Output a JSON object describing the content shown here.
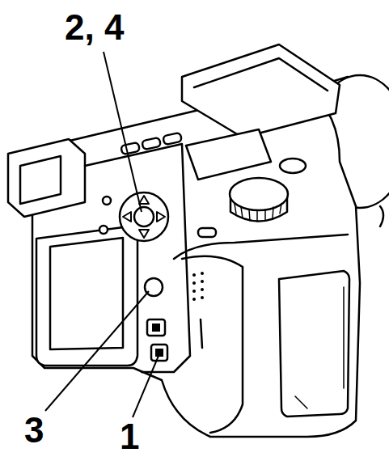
{
  "diagram": {
    "labels": [
      "2, 4",
      "3",
      "1"
    ]
  }
}
